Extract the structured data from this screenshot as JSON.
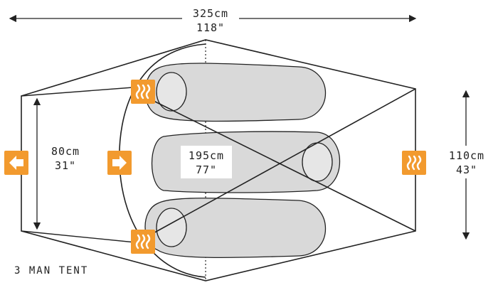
{
  "dimensions": {
    "width_total_cm": "325cm",
    "width_total_in": "118\"",
    "vestibule_depth_cm": "80cm",
    "vestibule_depth_in": "31\"",
    "inner_length_cm": "195cm",
    "inner_length_in": "77\"",
    "inner_width_cm": "110cm",
    "inner_width_in": "43\""
  },
  "caption": "3 MAN TENT",
  "colors": {
    "accent": "#f29a2e",
    "outline": "#222222",
    "sleeping_bag": "#d9d9d9"
  },
  "icons": {
    "entrance_outer": "arrow-left-icon",
    "entrance_inner": "arrow-right-icon",
    "vent": "heat-vent-icon"
  }
}
